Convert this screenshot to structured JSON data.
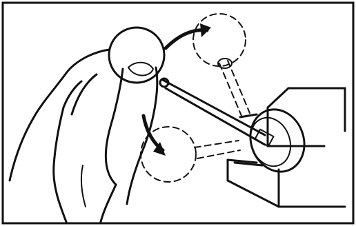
{
  "figure": {
    "type": "line-illustration",
    "subject": "fingers-rotating-a-dial-indicator-lever",
    "style": "black-ink-on-white",
    "colors": {
      "ink": "#111111",
      "paper": "#ffffff"
    },
    "arrows": {
      "count": 2,
      "directions": [
        "clockwise-up",
        "clockwise-down"
      ]
    },
    "ghost_positions": 2
  }
}
